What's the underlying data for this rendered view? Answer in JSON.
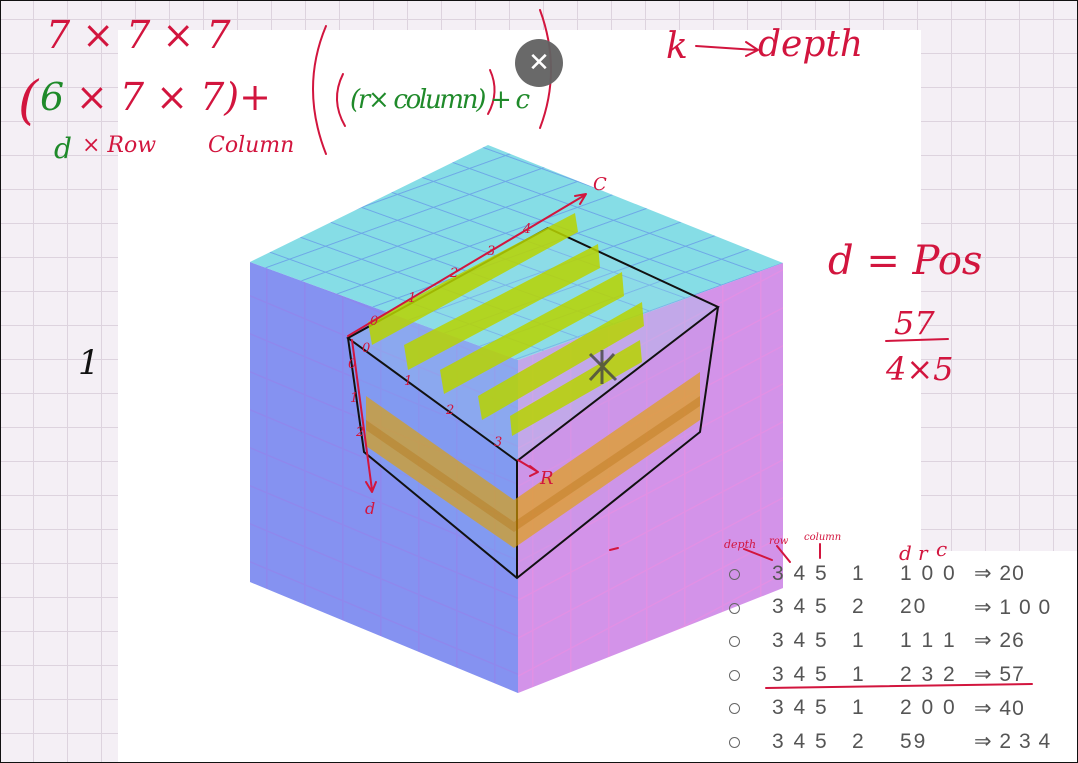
{
  "close_button": {
    "icon": "close-icon",
    "symbol": "✕"
  },
  "notes": {
    "line1": "7 × 7 × 7",
    "line2_open": "(",
    "line2_d": "6",
    "line2_rest": "× 7 × 7)+",
    "line2_r": "(r× column) + c",
    "label_d": "d",
    "label_row": "× Row",
    "label_column": "Column",
    "k_label": "k",
    "k_depth": "depth",
    "d_pos": "d = Pos",
    "fraction_num": "57",
    "fraction_den": "4×5",
    "tally": "1",
    "axis_c": "C",
    "axis_r": "R",
    "axis_d": "d",
    "axis_ticks": [
      "0",
      "1",
      "2",
      "3",
      "4"
    ]
  },
  "table_header": {
    "depth": "depth",
    "row": "row",
    "column": "column",
    "d": "d",
    "r": "r",
    "c": "c"
  },
  "rows": [
    {
      "dims": "3 4 5",
      "n": "1",
      "coords": "1 0 0",
      "result": "⇒ 20"
    },
    {
      "dims": "3 4 5",
      "n": "2",
      "coords": "20",
      "result": "⇒ 1 0 0"
    },
    {
      "dims": "3 4 5",
      "n": "1",
      "coords": "1 1 1",
      "result": "⇒ 26"
    },
    {
      "dims": "3 4 5",
      "n": "1",
      "coords": "2 3 2",
      "result": "⇒ 57"
    },
    {
      "dims": "3 4 5",
      "n": "1",
      "coords": "2 0 0",
      "result": "⇒ 40"
    },
    {
      "dims": "3 4 5",
      "n": "2",
      "coords": "59",
      "result": "⇒ 2 3 4"
    }
  ],
  "colors": {
    "ink_red": "#d2153e",
    "ink_green": "#1f8a2a",
    "cube_top": "#7fe0e4",
    "cube_left": "#7f8cf2",
    "cube_right": "#e59be2",
    "highlight": "#b8d400"
  }
}
